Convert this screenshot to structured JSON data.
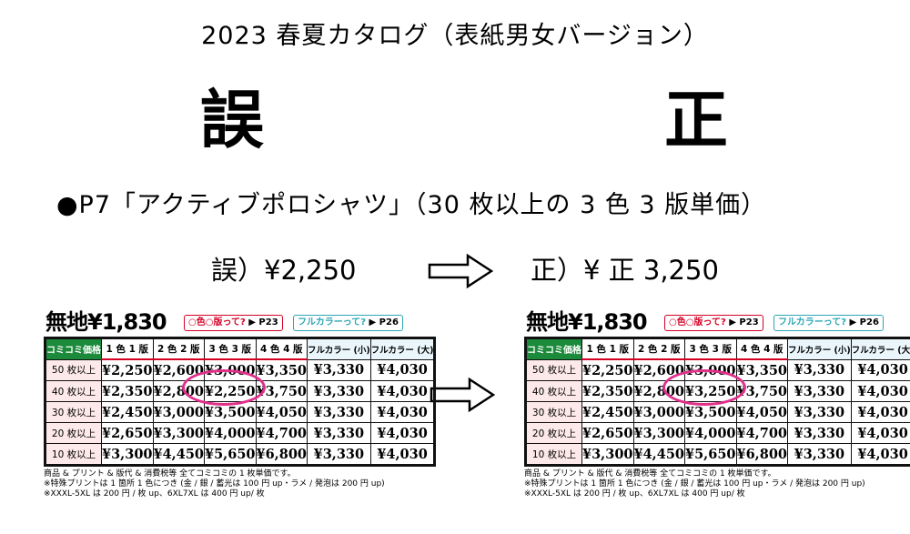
{
  "title": "2023 春夏カタログ（表紙男女バージョン）",
  "label_wrong": "誤",
  "label_right": "正",
  "headline": "●P7「アクティブポロシャツ」（30 枚以上の 3 色 3 版単価）",
  "wrong_price": "誤）¥2,250",
  "right_price": "正）¥ 正 3,250",
  "block": {
    "plain_price": "無地¥1,830",
    "tag_color": "○色○版って?",
    "tag_color_page": "▶ P23",
    "tag_full": "フルカラーって?",
    "tag_full_page": "▶ P26",
    "corner": "コミコミ価格",
    "headers": [
      "1 色 1 版",
      "2 色 2 版",
      "3 色 3 版",
      "4 色 4 版",
      "フルカラー (小)",
      "フルカラー (大)"
    ],
    "row_labels": [
      "50 枚以上",
      "40 枚以上",
      "30 枚以上",
      "20 枚以上",
      "10 枚以上"
    ],
    "notes": [
      "商品 & プリント & 版代 & 消費税等 全てコミコミの 1 枚単価です。",
      "※特殊プリントは 1 箇所 1 色につき (金 / 銀 / 蓄光は 100 円 up・ラメ / 発泡は 200 円 up)",
      "※XXXL-5XL は 200 円 / 枚 up、6XL7XL は 400 円 up/ 枚"
    ]
  },
  "table_wrong": {
    "rows": [
      [
        "¥2,250",
        "¥2,600",
        "¥3,000",
        "¥3,350",
        "¥3,330",
        "¥4,030"
      ],
      [
        "¥2,350",
        "¥2,800",
        "¥2,250",
        "¥3,750",
        "¥3,330",
        "¥4,030"
      ],
      [
        "¥2,450",
        "¥3,000",
        "¥3,500",
        "¥4,050",
        "¥3,330",
        "¥4,030"
      ],
      [
        "¥2,650",
        "¥3,300",
        "¥4,000",
        "¥4,700",
        "¥3,330",
        "¥4,030"
      ],
      [
        "¥3,300",
        "¥4,450",
        "¥5,650",
        "¥6,800",
        "¥3,330",
        "¥4,030"
      ]
    ]
  },
  "table_right": {
    "rows": [
      [
        "¥2,250",
        "¥2,600",
        "¥3,000",
        "¥3,350",
        "¥3,330",
        "¥4,030"
      ],
      [
        "¥2,350",
        "¥2,800",
        "¥3,250",
        "¥3,750",
        "¥3,330",
        "¥4,030"
      ],
      [
        "¥2,450",
        "¥3,000",
        "¥3,500",
        "¥4,050",
        "¥3,330",
        "¥4,030"
      ],
      [
        "¥2,650",
        "¥3,300",
        "¥4,000",
        "¥4,700",
        "¥3,330",
        "¥4,030"
      ],
      [
        "¥3,300",
        "¥4,450",
        "¥5,650",
        "¥6,800",
        "¥3,330",
        "¥4,030"
      ]
    ]
  },
  "colors": {
    "corner_green": "#1b8a3a",
    "red_outline": "#d40024",
    "teal_outline": "#2ba6b5",
    "row_label_bg": "#fde9e9",
    "highlight_circle": "#e0308a"
  }
}
